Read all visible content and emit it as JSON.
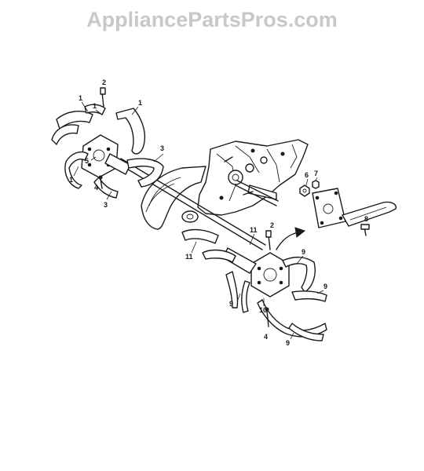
{
  "watermark": "AppliancePartsPros.com",
  "callouts": [
    {
      "id": "c1a",
      "text": "1"
    },
    {
      "id": "c1b",
      "text": "1"
    },
    {
      "id": "c1c",
      "text": "1"
    },
    {
      "id": "c1d",
      "text": "1"
    },
    {
      "id": "c2a",
      "text": "2"
    },
    {
      "id": "c2b",
      "text": "2"
    },
    {
      "id": "c3a",
      "text": "3"
    },
    {
      "id": "c3b",
      "text": "3"
    },
    {
      "id": "c4a",
      "text": "4"
    },
    {
      "id": "c4b",
      "text": "4"
    },
    {
      "id": "c5",
      "text": "5"
    },
    {
      "id": "c6",
      "text": "6"
    },
    {
      "id": "c7",
      "text": "7"
    },
    {
      "id": "c8",
      "text": "8"
    },
    {
      "id": "c9a",
      "text": "9"
    },
    {
      "id": "c9b",
      "text": "9"
    },
    {
      "id": "c9c",
      "text": "9"
    },
    {
      "id": "c9d",
      "text": "9"
    },
    {
      "id": "c10",
      "text": "10"
    },
    {
      "id": "c11a",
      "text": "11"
    },
    {
      "id": "c11b",
      "text": "11"
    }
  ],
  "colors": {
    "line": "#1a1a1a",
    "watermark": "#c8c8c8",
    "background": "#ffffff"
  }
}
